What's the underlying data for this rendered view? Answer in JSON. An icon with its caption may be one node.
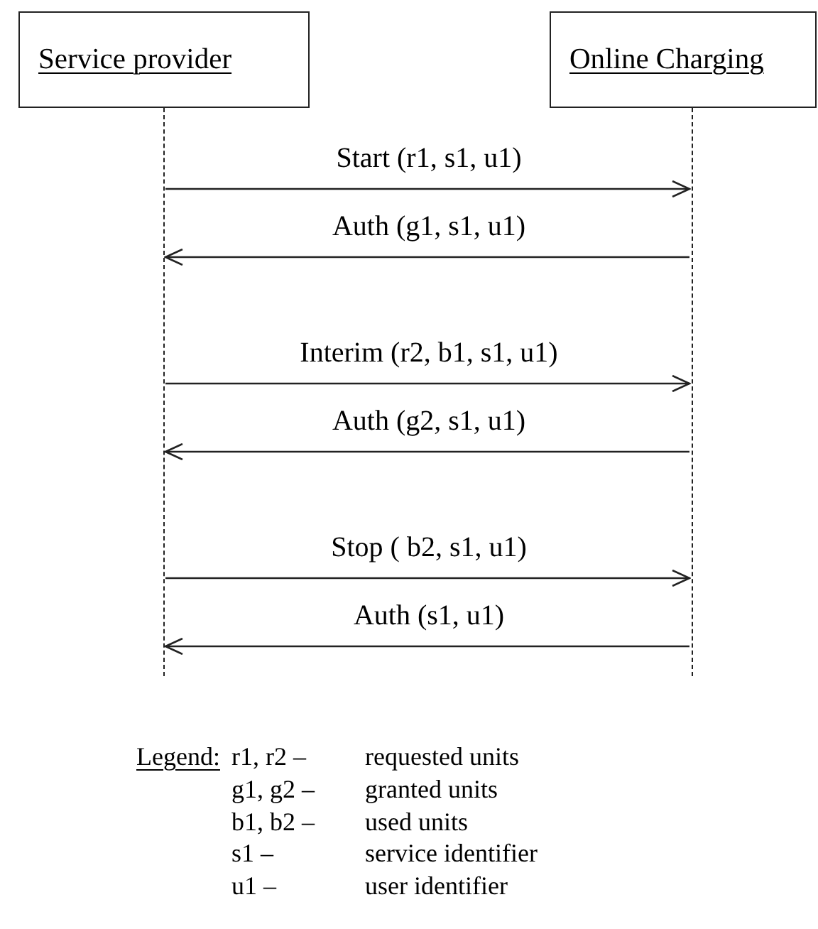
{
  "diagram": {
    "nodes": [
      {
        "text": [
          "Service provider"
        ]
      },
      {
        "text": [
          "Online Charging"
        ]
      },
      {
        "text": [],
        "shape": "bar"
      },
      {
        "text": [],
        "shape": "bar"
      }
    ],
    "edges": [
      {
        "from": 2,
        "to": 3,
        "arrow": "to",
        "label": "Start (r1, s1, u1)"
      },
      {
        "from": 3,
        "to": 2,
        "arrow": "to",
        "label": "Auth (g1, s1, u1)"
      },
      {
        "from": 2,
        "to": 3,
        "arrow": "to",
        "label": "Interim (r2, b1, s1, u1)"
      },
      {
        "from": 3,
        "to": 2,
        "arrow": "to",
        "label": "Auth (g2, s1, u1)"
      },
      {
        "from": 2,
        "to": 3,
        "arrow": "to",
        "label": "Stop ( b2, s1, u1)"
      },
      {
        "from": 3,
        "to": 2,
        "arrow": "to",
        "label": "Auth (s1, u1)"
      }
    ],
    "labels": [
      "Legend:",
      "r1, r2 –",
      "requested units",
      "g1, g2 –",
      "granted units",
      "b1, b2 –",
      "used units",
      "s1 –",
      "service identifier",
      "u1 –",
      "user identifier"
    ]
  }
}
